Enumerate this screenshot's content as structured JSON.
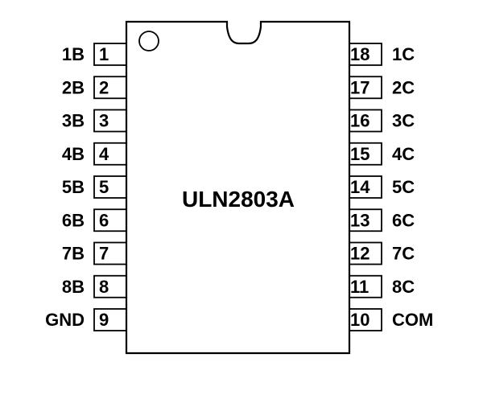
{
  "chip": {
    "part_number": "ULN2803A",
    "pin1_marker": "circle-dot",
    "orientation_notch": "top-center-notch"
  },
  "pins": {
    "left": [
      {
        "number": "1",
        "label": "1B"
      },
      {
        "number": "2",
        "label": "2B"
      },
      {
        "number": "3",
        "label": "3B"
      },
      {
        "number": "4",
        "label": "4B"
      },
      {
        "number": "5",
        "label": "5B"
      },
      {
        "number": "6",
        "label": "6B"
      },
      {
        "number": "7",
        "label": "7B"
      },
      {
        "number": "8",
        "label": "8B"
      },
      {
        "number": "9",
        "label": "GND"
      }
    ],
    "right": [
      {
        "number": "18",
        "label": "1C"
      },
      {
        "number": "17",
        "label": "2C"
      },
      {
        "number": "16",
        "label": "3C"
      },
      {
        "number": "15",
        "label": "4C"
      },
      {
        "number": "14",
        "label": "5C"
      },
      {
        "number": "13",
        "label": "6C"
      },
      {
        "number": "12",
        "label": "7C"
      },
      {
        "number": "11",
        "label": "8C"
      },
      {
        "number": "10",
        "label": "COM"
      }
    ]
  },
  "colors": {
    "stroke": "#000000",
    "background": "#ffffff"
  }
}
